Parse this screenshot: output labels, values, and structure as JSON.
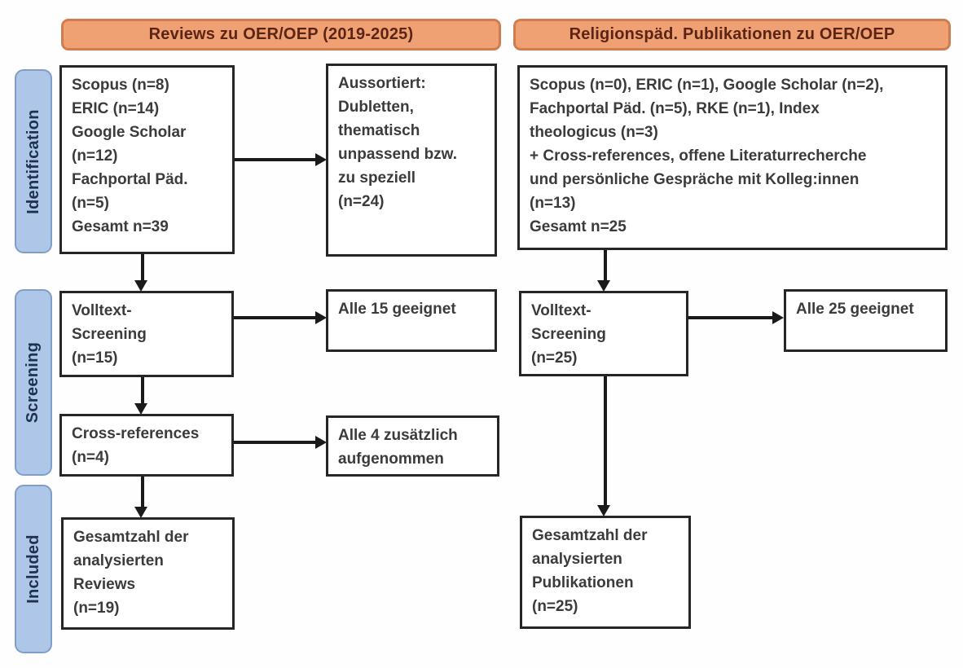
{
  "title_headers": {
    "left": "Reviews zu OER/OEP (2019-2025)",
    "right": "Religionspäd. Publikationen zu OER/OEP"
  },
  "stage_labels": {
    "identification": "Identification",
    "screening": "Screening",
    "included": "Included"
  },
  "left_column": {
    "identification_sources": "Scopus (n=8)\nERIC (n=14)\nGoogle Scholar\n(n=12)\nFachportal Päd.\n(n=5)\nGesamt n=39",
    "excluded": "Aussortiert:\nDubletten,\nthematisch\nunpassend bzw.\nzu speziell\n(n=24)",
    "fulltext_screening": "Volltext-\nScreening\n(n=15)",
    "all_suitable": "Alle 15 geeignet",
    "cross_references": "Cross-references\n(n=4)",
    "additional_included": "Alle 4 zusätzlich\naufgenommen",
    "total_included": "Gesamtzahl der\nanalysierten\nReviews\n(n=19)"
  },
  "right_column": {
    "identification_sources": "Scopus (n=0), ERIC (n=1), Google Scholar (n=2),\nFachportal Päd. (n=5), RKE (n=1), Index\ntheologicus (n=3)\n+ Cross-references, offene Literaturrecherche\nund persönliche Gespräche mit Kolleg:innen\n(n=13)\nGesamt n=25",
    "fulltext_screening": "Volltext-\nScreening\n(n=25)",
    "all_suitable": "Alle 25 geeignet",
    "total_included": "Gesamtzahl der\nanalysierten\nPublikationen\n(n=25)"
  },
  "colors": {
    "header_fill": "#F0A173",
    "header_border": "#D07C4E",
    "header_text": "#5C2415",
    "stage_fill": "#AEC6E8",
    "stage_border": "#7F9FC9",
    "stage_text": "#1E3250",
    "box_border": "#262626",
    "box_text": "#3B3B3B",
    "arrow": "#1A1A1A",
    "background": "#FEFEFE"
  }
}
